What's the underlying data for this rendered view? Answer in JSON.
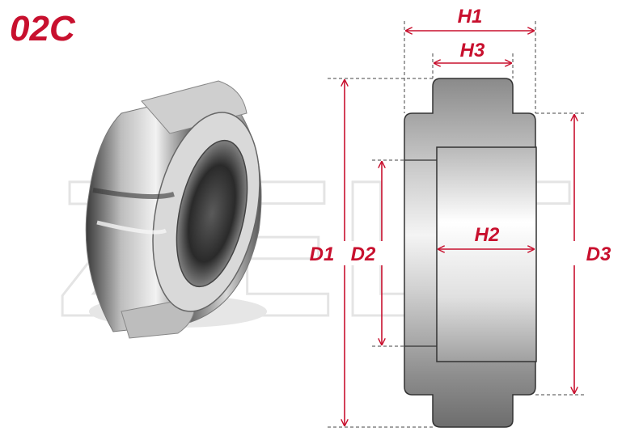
{
  "product_code": "02C",
  "dimension_labels": {
    "h1": "H1",
    "h3": "H3",
    "h2": "H2",
    "d1": "D1",
    "d2": "D2",
    "d3": "D3"
  },
  "colors": {
    "accent": "#c8102e",
    "body_gray": "#9a9a9a",
    "outline": "#333333",
    "watermark": "#cfcfcf"
  },
  "watermark": {
    "letters": [
      "Z",
      "E",
      "L",
      "T"
    ]
  }
}
